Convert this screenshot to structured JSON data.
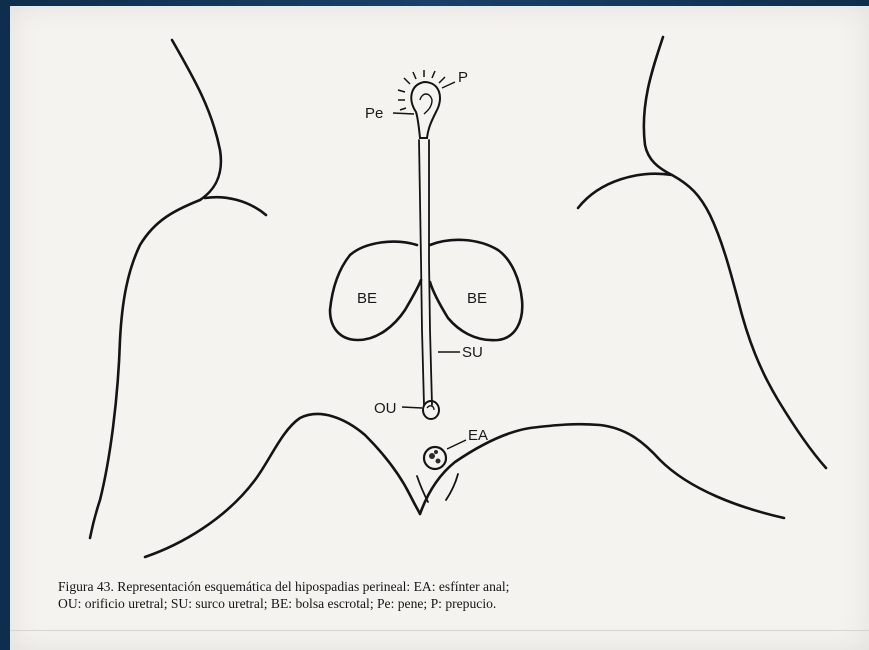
{
  "diagram": {
    "labels": {
      "p": "P",
      "pe": "Pe",
      "be_left": "BE",
      "be_right": "BE",
      "su": "SU",
      "ou": "OU",
      "ea": "EA"
    }
  },
  "caption": {
    "line1": "Figura 43. Representación esquemática del hipospadias perineal: EA: esfínter anal;",
    "line2": "OU: orificio uretral; SU: surco uretral; BE: bolsa escrotal; Pe: pene; P: prepucio."
  }
}
